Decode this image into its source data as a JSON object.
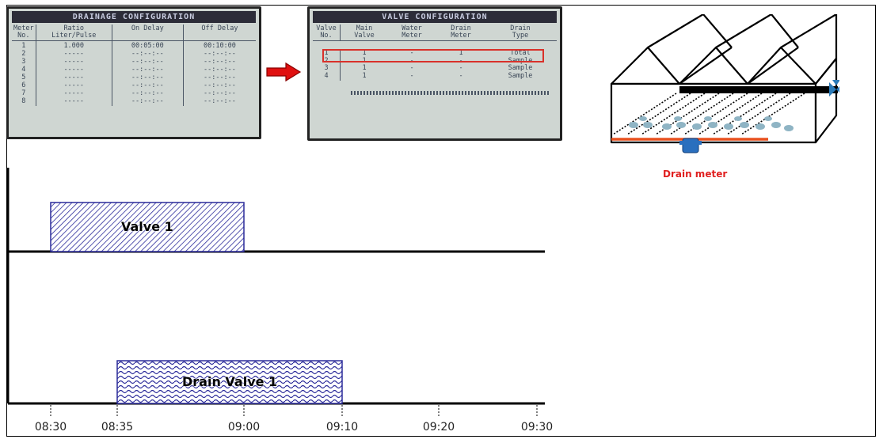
{
  "drainage_screen": {
    "title": "DRAINAGE CONFIGURATION",
    "headers": [
      "Meter\nNo.",
      "Ratio\nLiter/Pulse",
      "On Delay",
      "Off Delay"
    ],
    "meter_numbers": "1\n2\n3\n4\n5\n6\n7\n8",
    "ratios": "1.000\n-----\n-----\n-----\n-----\n-----\n-----\n-----",
    "on_delays": "00:05:00\n--:--:--\n--:--:--\n--:--:--\n--:--:--\n--:--:--\n--:--:--\n--:--:--",
    "off_delays": "00:10:00\n--:--:--\n--:--:--\n--:--:--\n--:--:--\n--:--:--\n--:--:--\n--:--:--"
  },
  "valve_screen": {
    "title": "VALVE CONFIGURATION",
    "headers": [
      "Valve\nNo.",
      "Main\nValve",
      "Water\nMeter",
      "Drain\nMeter",
      "Drain\nType"
    ],
    "valve_numbers": "1\n2\n3\n4",
    "main_valves": "1\n1\n1\n1",
    "water_meters": "-\n-\n-\n-",
    "drain_meters": "1\n-\n-\n-",
    "drain_types": "Total\nSample\nSample\nSample"
  },
  "greenhouse": {
    "drain_meter_label": "Drain meter"
  },
  "timeline": {
    "ticks": [
      "08:30",
      "08:35",
      "09:00",
      "09:10",
      "09:20",
      "09:30"
    ],
    "bars": [
      {
        "label": "Valve 1",
        "start": "08:30",
        "end": "09:00"
      },
      {
        "label": "Drain Valve 1",
        "start": "08:35",
        "end": "09:10"
      }
    ]
  }
}
